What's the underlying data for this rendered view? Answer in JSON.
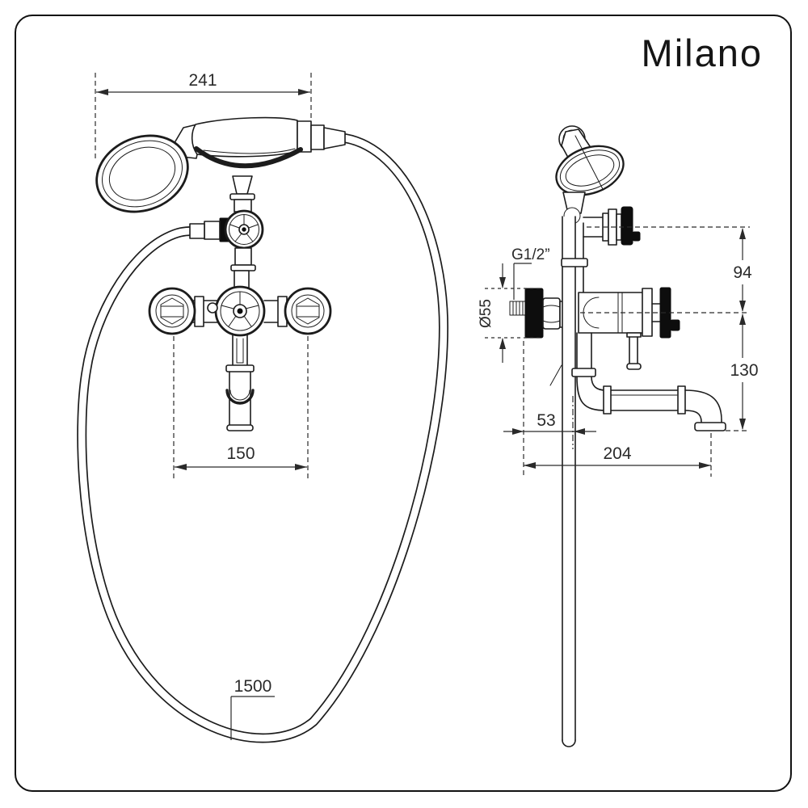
{
  "brand": {
    "logo": "Milano"
  },
  "colors": {
    "line": "#1c1c1c",
    "accent_black": "#0d0d0d",
    "background": "#ffffff"
  },
  "front_view": {
    "dims": {
      "handset_length": "241",
      "valve_centers": "150",
      "hose_length": "1500"
    }
  },
  "side_view": {
    "dims": {
      "thread": "G1/2”",
      "rosette": "Ø55",
      "head_offset": "94",
      "spout_drop": "130",
      "wall_offset": "53",
      "reach": "204"
    }
  }
}
